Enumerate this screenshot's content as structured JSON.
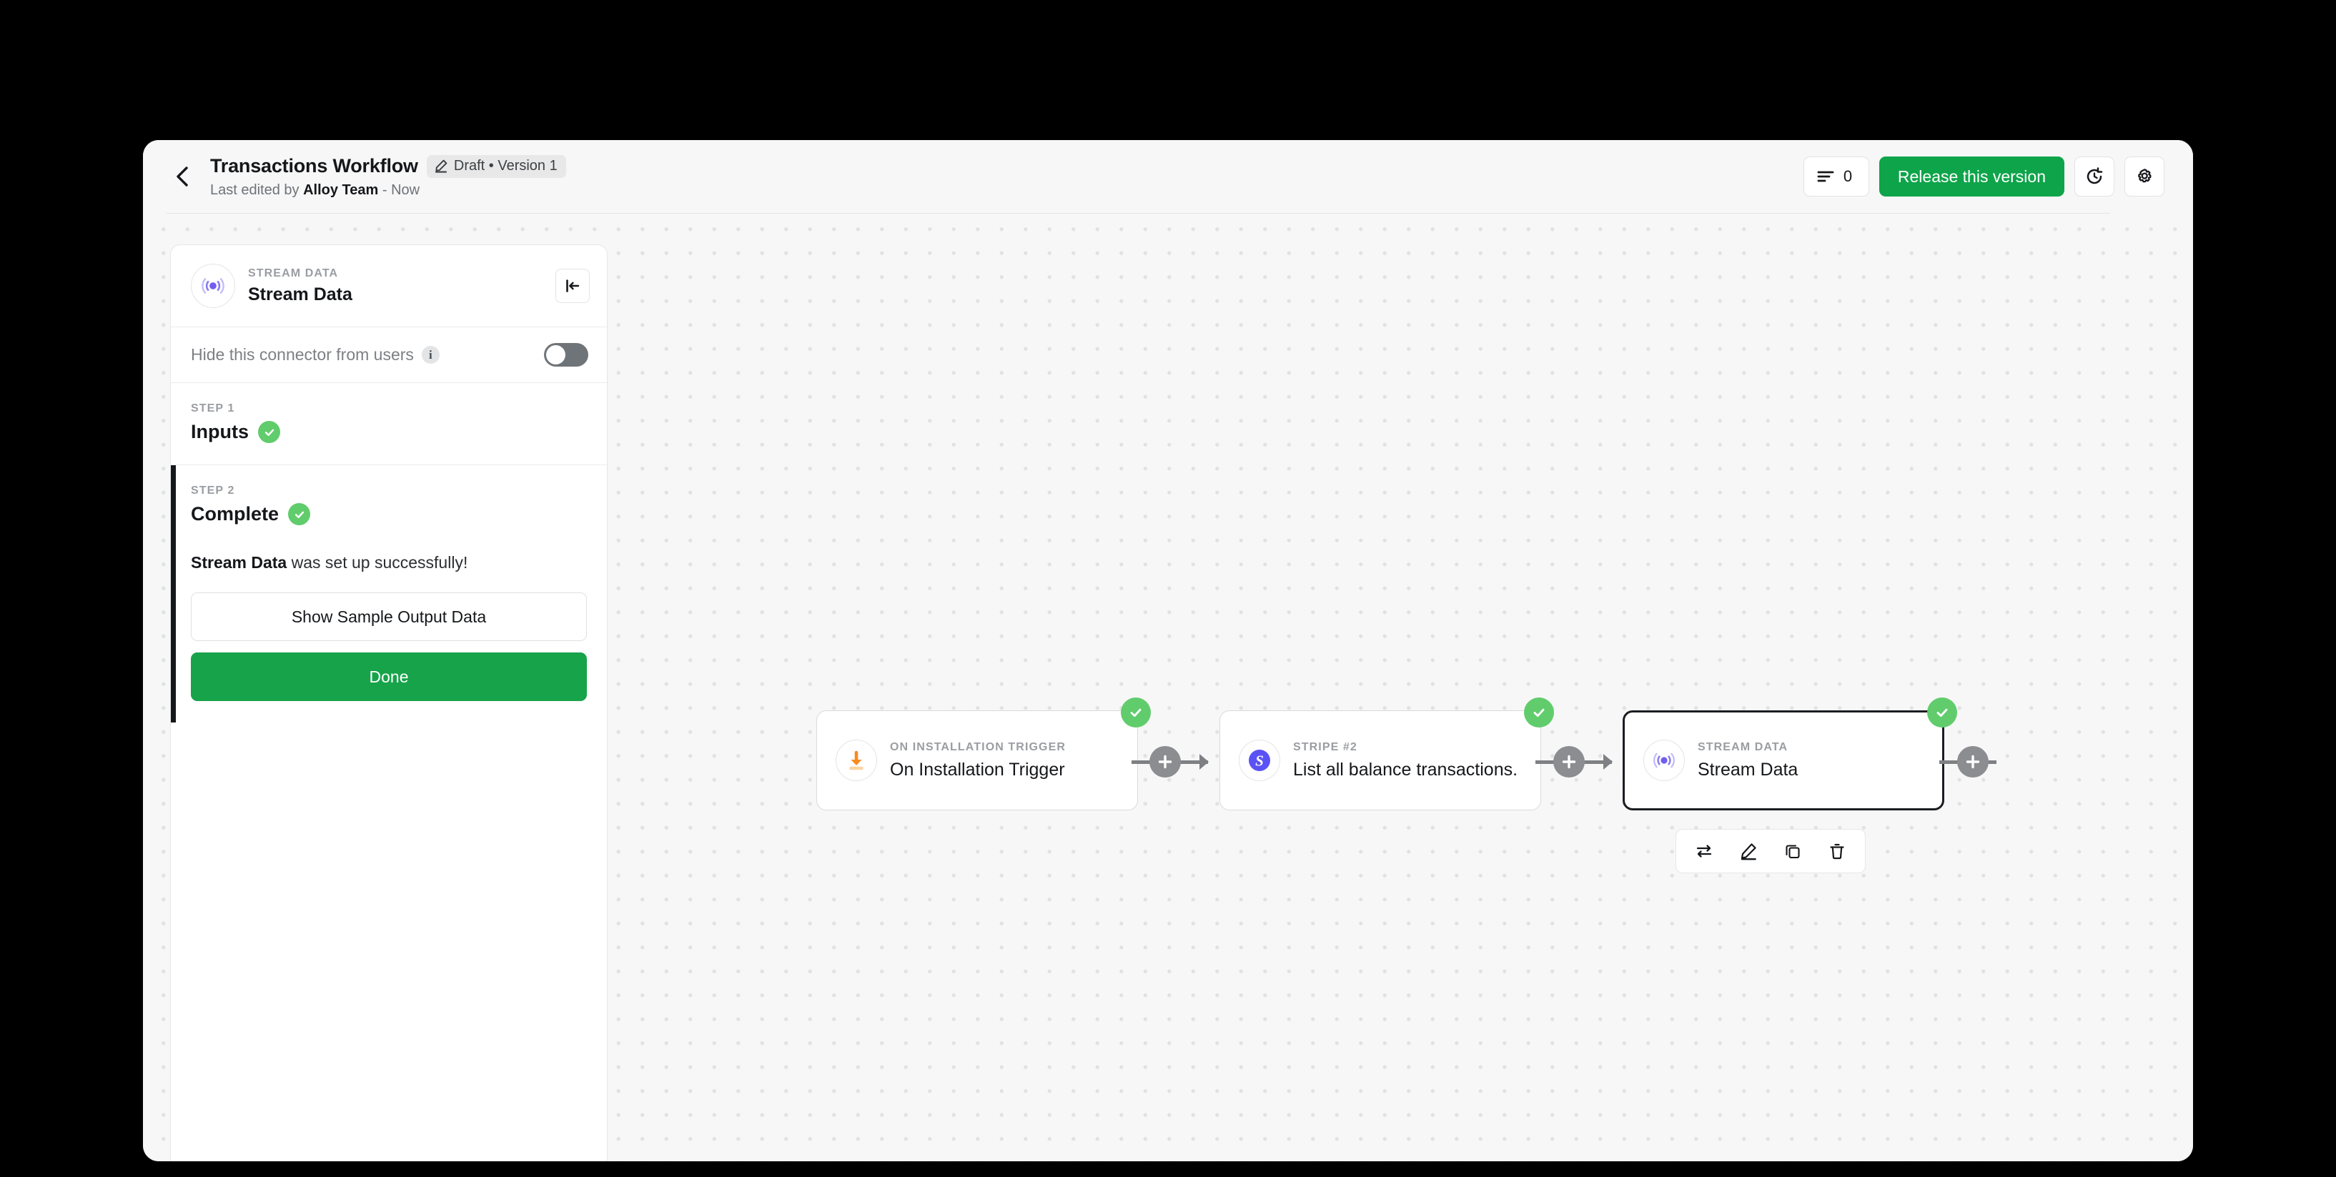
{
  "header": {
    "back_icon": "chevron-left-icon",
    "title": "Transactions Workflow",
    "status_badge": "Draft • Version 1",
    "status_badge_icon": "pencil-icon",
    "subtitle_prefix": "Last edited by ",
    "subtitle_author": "Alloy Team",
    "subtitle_suffix": " - Now",
    "comment_count": "0",
    "comment_icon": "list-lines-icon",
    "release_label": "Release this version",
    "history_icon": "history-clock-icon",
    "settings_icon": "gear-icon",
    "accent_green": "#0ea44a"
  },
  "panel": {
    "eyebrow": "STREAM DATA",
    "name": "Stream Data",
    "avatar_icon": "stream-broadcast-icon",
    "collapse_icon": "collapse-panel-left-icon",
    "hide_label": "Hide this connector from users",
    "info_icon": "info-icon",
    "info_glyph": "i",
    "toggle_state": "off",
    "steps": [
      {
        "eyebrow": "STEP 1",
        "title": "Inputs",
        "status": "complete",
        "check_icon": "check-icon"
      },
      {
        "eyebrow": "STEP 2",
        "title": "Complete",
        "status": "complete",
        "check_icon": "check-icon"
      }
    ],
    "success_bold": "Stream Data",
    "success_rest": " was set up successfully!",
    "show_sample_label": "Show Sample Output Data",
    "done_label": "Done"
  },
  "flow": {
    "nodes": [
      {
        "eyebrow": "ON INSTALLATION TRIGGER",
        "title": "On Installation Trigger",
        "icon": "install-download-arrow-icon",
        "status": "complete",
        "selected": false
      },
      {
        "eyebrow": "STRIPE #2",
        "title": "List all balance transactions.",
        "icon": "stripe-logo-icon",
        "status": "complete",
        "selected": false
      },
      {
        "eyebrow": "STREAM DATA",
        "title": "Stream Data",
        "icon": "stream-broadcast-icon",
        "status": "complete",
        "selected": true
      }
    ],
    "add_button_icon": "plus-icon",
    "toolbar": [
      {
        "name": "replace",
        "icon": "swap-arrows-icon"
      },
      {
        "name": "edit",
        "icon": "pencil-edit-icon"
      },
      {
        "name": "duplicate",
        "icon": "copy-icon"
      },
      {
        "name": "delete",
        "icon": "trash-icon"
      }
    ]
  }
}
